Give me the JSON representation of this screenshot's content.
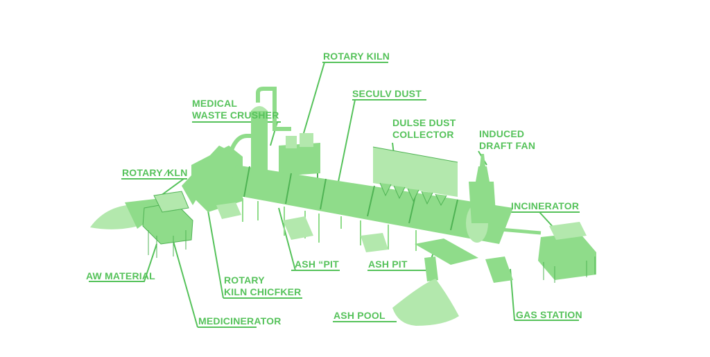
{
  "colors": {
    "accent": "#55c25a",
    "fill": "#8fdc8a",
    "fill_light": "#b3e8ad",
    "fill_dark": "#4fb354"
  },
  "labels": {
    "rotary_kiln_top": "ROTARY KILN",
    "medical_waste_crusher_1": "MEDICAL",
    "medical_waste_crusher_2": "WASTE CRUSHER",
    "seculv_dust": "SECULV DUST",
    "dulse_dust_collector_1": "DULSE DUST",
    "dulse_dust_collector_2": "COLLECTOR",
    "induced_draft_fan_1": "INDUCED",
    "induced_draft_fan_2": "DRAFT FAN",
    "rotary_kln_left": "ROTARY ⁄KLN",
    "incinerator": "INCINERATOR",
    "raw_material": "AW MATERIAL",
    "ash_pit_left": "ASH “PıT",
    "ash_pit_right": "ASH PIT",
    "rotary_kiln_chicfker_1": "ROTARY",
    "rotary_kiln_chicfker_2": "KILN CHICFKER",
    "ash_pool": "ASH POOL",
    "gas_station": "GAS STATION",
    "medicinerator": "MEDICINERATOR"
  }
}
